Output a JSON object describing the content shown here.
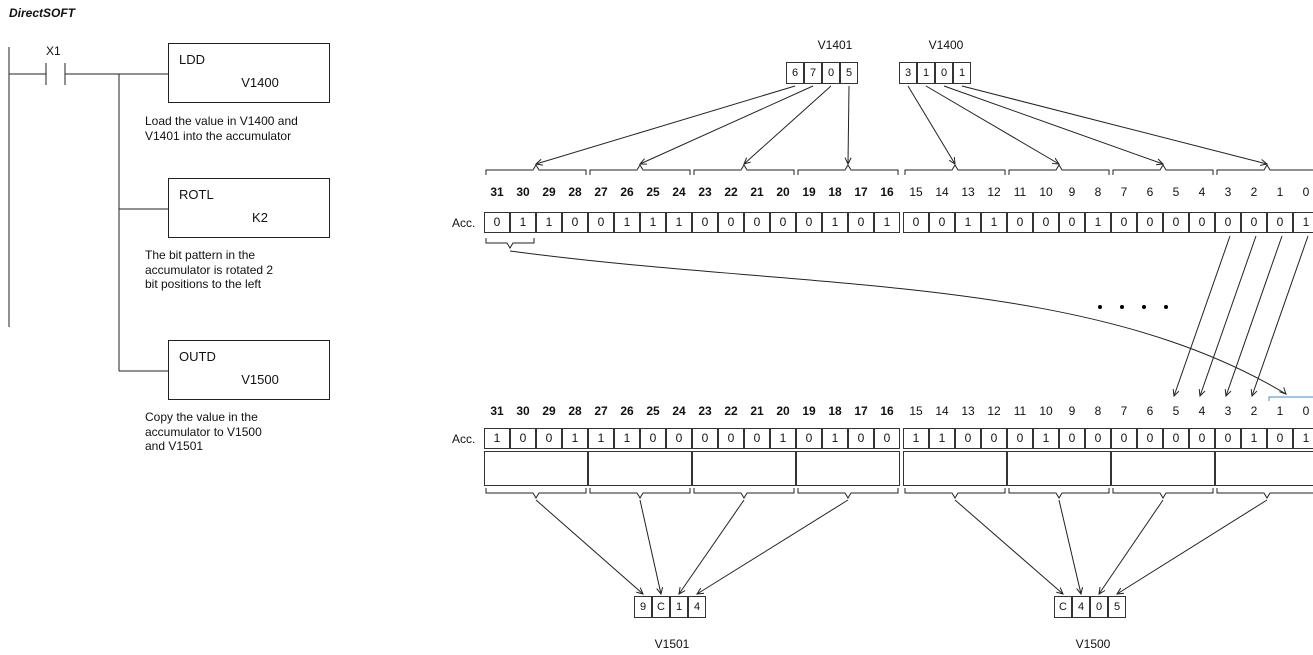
{
  "program": {
    "title": "DirectSOFT",
    "contact": "X1",
    "instructions": [
      {
        "op": "LDD",
        "arg": "V1400",
        "desc": "Load the value in V1400 and\nV1401 into the accumulator"
      },
      {
        "op": "ROTL",
        "arg": "K2",
        "desc": "The bit pattern in the\naccumulator is rotated 2\nbit positions to the left"
      },
      {
        "op": "OUTD",
        "arg": "V1500",
        "desc": "Copy the value in the\naccumulator to V1500\nand V1501"
      }
    ]
  },
  "source": {
    "hi_label": "V1401",
    "hi_digits": [
      "6",
      "7",
      "0",
      "5"
    ],
    "lo_label": "V1400",
    "lo_digits": [
      "3",
      "1",
      "0",
      "1"
    ]
  },
  "acc_label": "Acc.",
  "bit_numbers": [
    "31",
    "30",
    "29",
    "28",
    "27",
    "26",
    "25",
    "24",
    "23",
    "22",
    "21",
    "20",
    "19",
    "18",
    "17",
    "16",
    "15",
    "14",
    "13",
    "12",
    "11",
    "10",
    "9",
    "8",
    "7",
    "6",
    "5",
    "4",
    "3",
    "2",
    "1",
    "0"
  ],
  "acc_before": [
    "0",
    "1",
    "1",
    "0",
    "0",
    "1",
    "1",
    "1",
    "0",
    "0",
    "0",
    "0",
    "0",
    "1",
    "0",
    "1",
    "0",
    "0",
    "1",
    "1",
    "0",
    "0",
    "0",
    "1",
    "0",
    "0",
    "0",
    "0",
    "0",
    "0",
    "0",
    "1"
  ],
  "acc_after": [
    "1",
    "0",
    "0",
    "1",
    "1",
    "1",
    "0",
    "0",
    "0",
    "0",
    "0",
    "1",
    "0",
    "1",
    "0",
    "0",
    "1",
    "1",
    "0",
    "0",
    "0",
    "1",
    "0",
    "0",
    "0",
    "0",
    "0",
    "0",
    "0",
    "1",
    "0",
    "1"
  ],
  "result": {
    "hi_label": "V1501",
    "hi_digits": [
      "9",
      "C",
      "1",
      "4"
    ],
    "lo_label": "V1500",
    "lo_digits": [
      "C",
      "4",
      "0",
      "5"
    ]
  },
  "colors": {
    "line": "#222222",
    "accent_tick": "#3a8fd6"
  }
}
